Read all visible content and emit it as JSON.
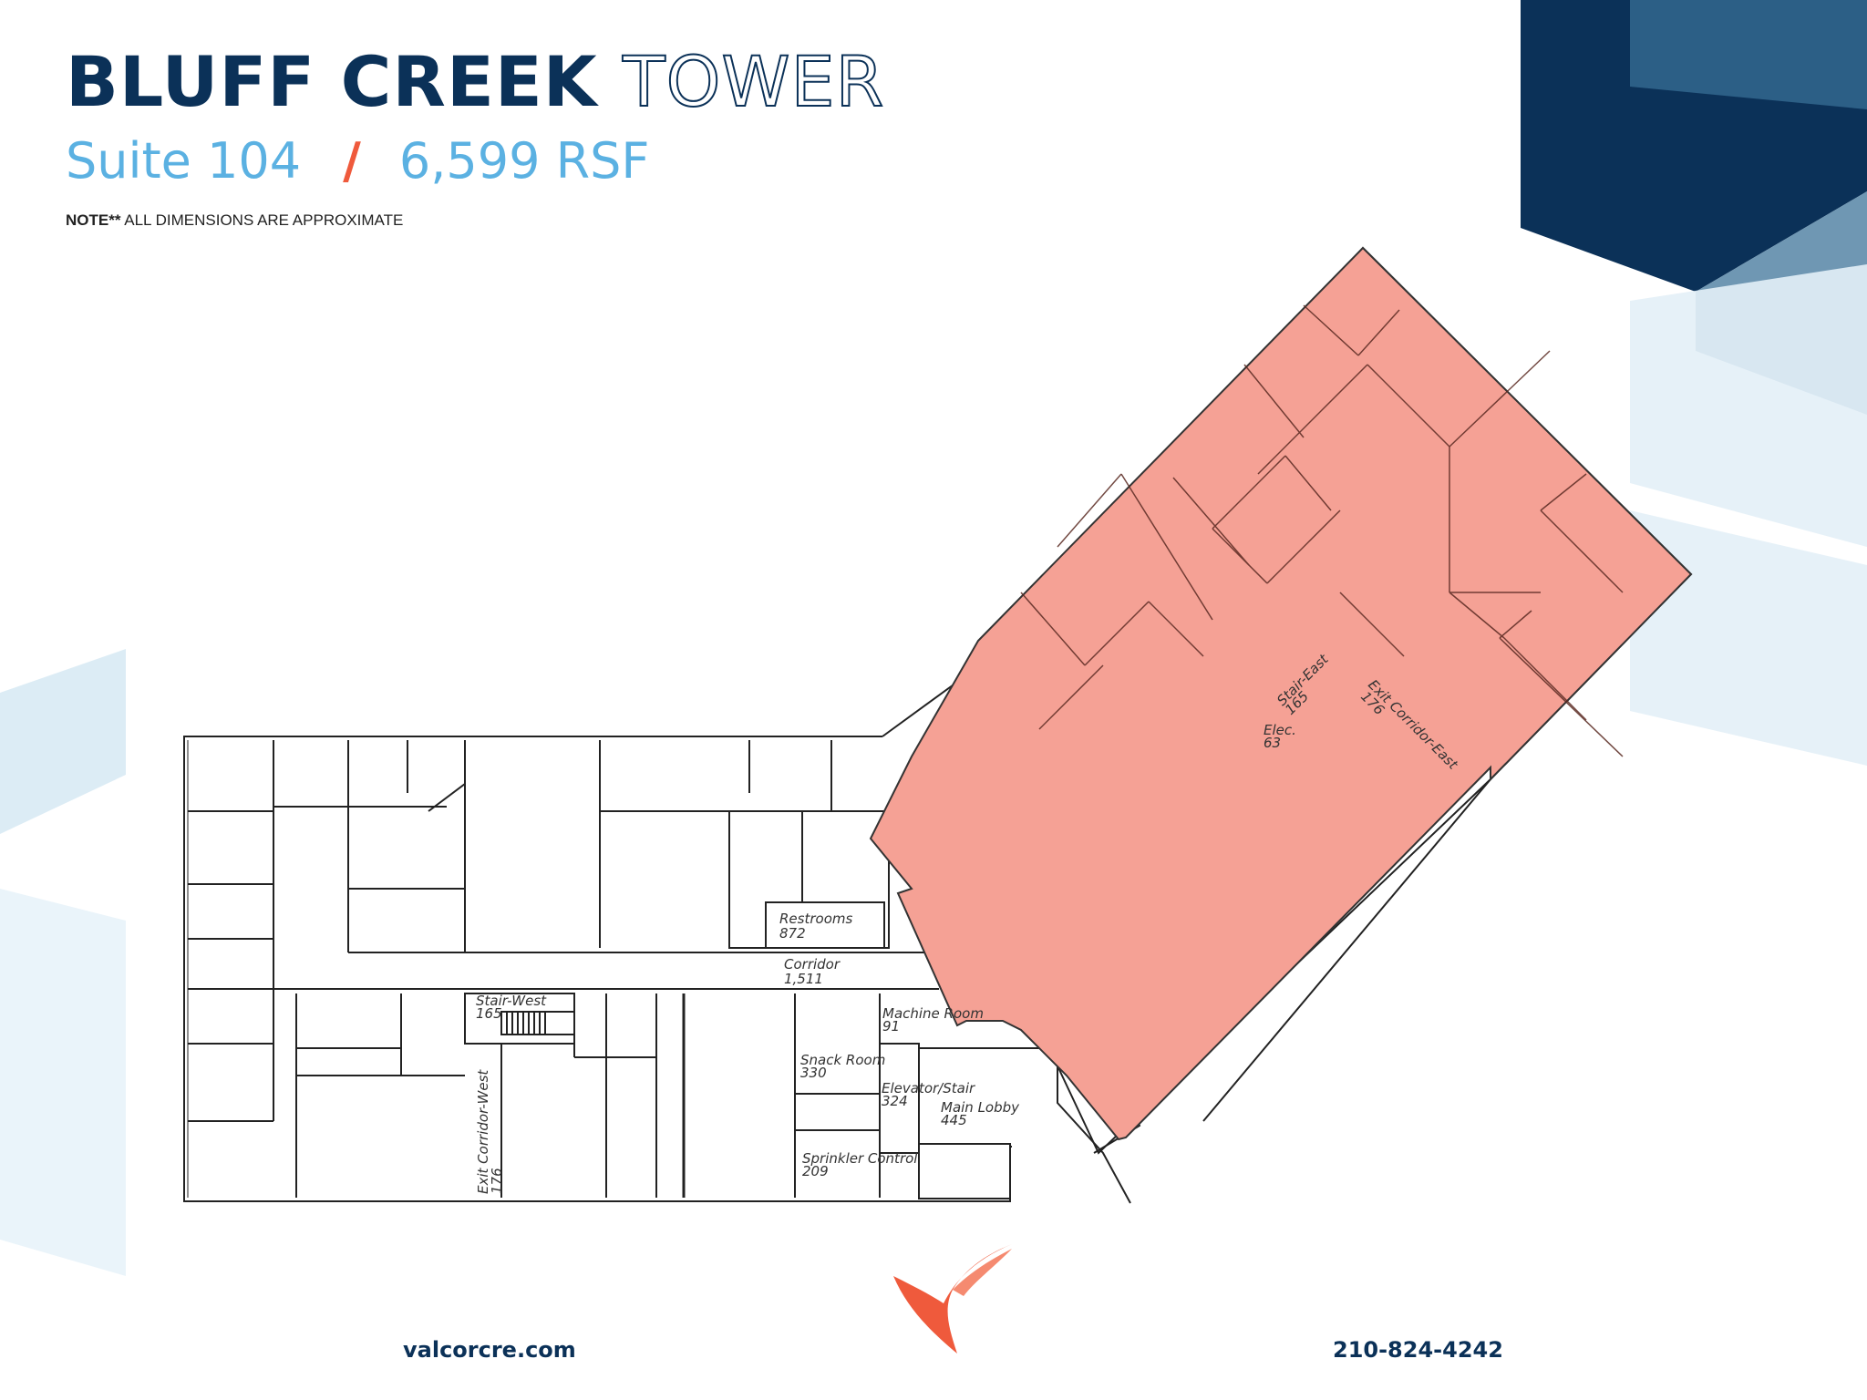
{
  "header": {
    "title_bold": "BLUFF CREEK",
    "title_outline": "TOWER",
    "suite": "Suite 104",
    "separator": "/",
    "area": "6,599 RSF",
    "note_label": "NOTE**",
    "note_text": "ALL DIMENSIONS ARE APPROXIMATE"
  },
  "floorplan": {
    "highlight_color": "#f5a195",
    "rooms": [
      {
        "name": "Restrooms",
        "area": "872"
      },
      {
        "name": "Corridor",
        "area": "1,511"
      },
      {
        "name": "Stair-West",
        "area": "165"
      },
      {
        "name": "Exit Corridor-West",
        "area": "176"
      },
      {
        "name": "Machine Room",
        "area": "91"
      },
      {
        "name": "Snack Room",
        "area": "330"
      },
      {
        "name": "Elevator/Stair",
        "area": "324"
      },
      {
        "name": "Main Lobby",
        "area": "445"
      },
      {
        "name": "Sprinkler Control",
        "area": "209"
      },
      {
        "name": "Stair-East",
        "area": "165"
      },
      {
        "name": "Exit Corridor-East",
        "area": "176"
      },
      {
        "name": "Elec.",
        "area": "63"
      }
    ]
  },
  "footer": {
    "url": "valcorcre.com",
    "phone": "210-824-4242"
  },
  "colors": {
    "navy": "#0b3158",
    "light_blue": "#5bb1e2",
    "accent": "#ef5a3c"
  }
}
